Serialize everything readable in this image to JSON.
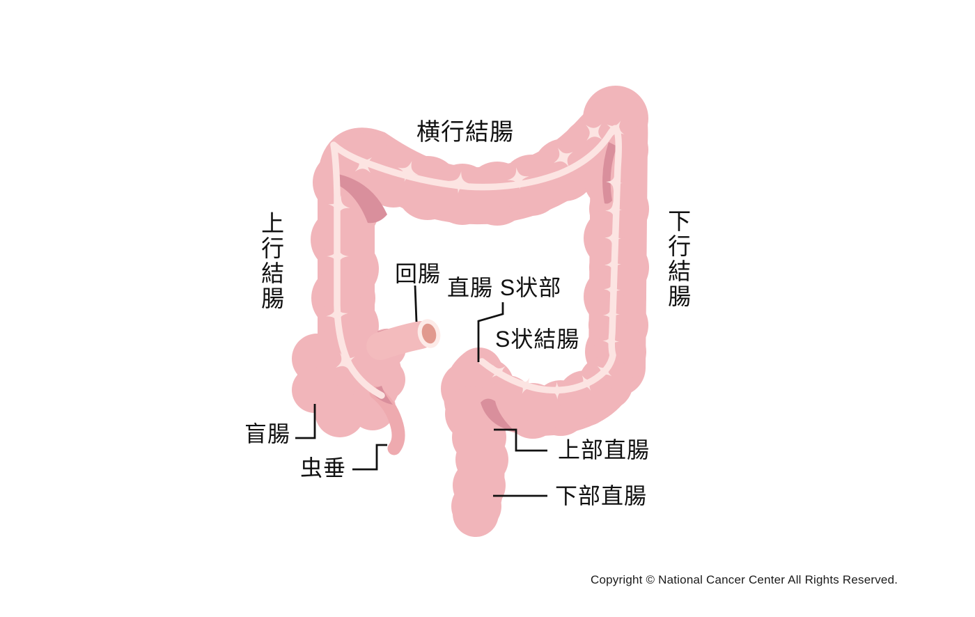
{
  "figure": {
    "labels": {
      "transverse_colon": "横行結腸",
      "ascending_colon": "上行結腸",
      "descending_colon": "下行結腸",
      "ileum": "回腸",
      "rectosigmoid": "直腸 S状部",
      "sigmoid_colon": "S状結腸",
      "cecum": "盲腸",
      "appendix": "虫垂",
      "upper_rectum": "上部直腸",
      "lower_rectum": "下部直腸"
    },
    "copyright": "Copyright © National Cancer Center All Rights Reserved.",
    "colors": {
      "intestine_body": "#f1b5ba",
      "taenia_band": "#fce4e2",
      "crease_shadow": "#d98f9c",
      "ileum_opening_inner": "#e1998e",
      "ileum_opening_ring": "#fdebe8",
      "appendix": "#eeaaaf",
      "pointer_line": "#111111",
      "label_text": "#111111",
      "background": "#ffffff"
    }
  }
}
